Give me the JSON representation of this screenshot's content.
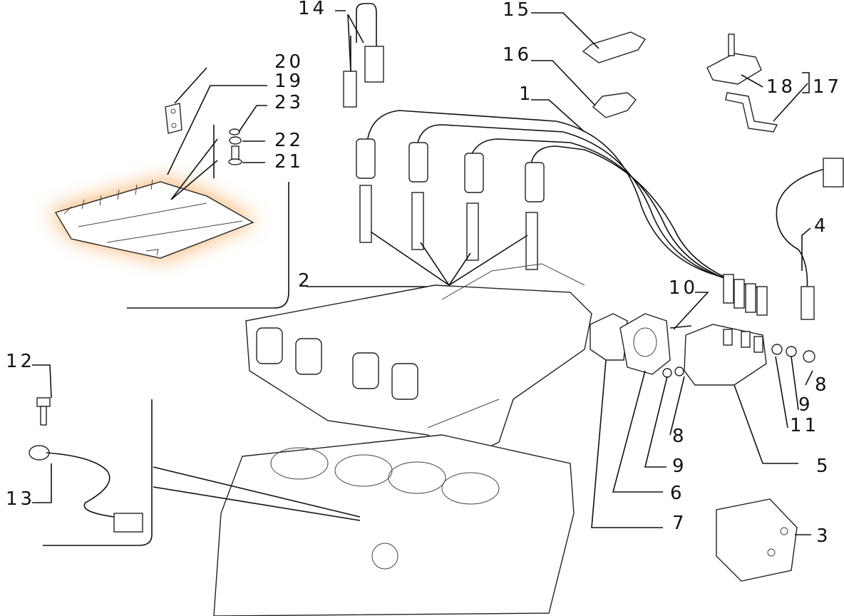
{
  "diagram": {
    "highlight_color": "#f5a04a",
    "labels": {
      "l1": "1",
      "l2": "2",
      "l3": "3",
      "l4": "4",
      "l5": "5",
      "l6": "6",
      "l7": "7",
      "l8a": "8",
      "l8b": "8",
      "l9a": "9",
      "l9b": "9",
      "l10": "10",
      "l11": "11",
      "l12": "12",
      "l13": "13",
      "l14": "14",
      "l15": "15",
      "l16": "16",
      "l17": "17",
      "l18": "18",
      "l19": "19",
      "l20": "20",
      "l21": "21",
      "l22": "22",
      "l23": "23"
    }
  }
}
